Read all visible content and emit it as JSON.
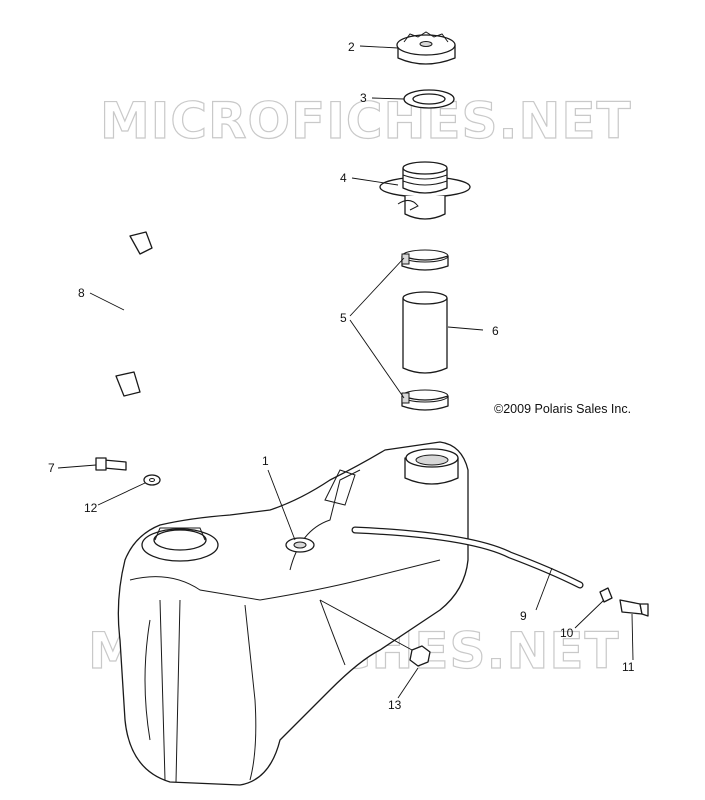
{
  "watermark": "MICROFICHES.NET",
  "copyright": "©2009 Polaris Sales Inc.",
  "callouts": {
    "c1": "1",
    "c2": "2",
    "c3": "3",
    "c4": "4",
    "c5": "5",
    "c6": "6",
    "c7": "7",
    "c8": "8",
    "c9": "9",
    "c10": "10",
    "c11": "11",
    "c12": "12",
    "c13": "13"
  }
}
